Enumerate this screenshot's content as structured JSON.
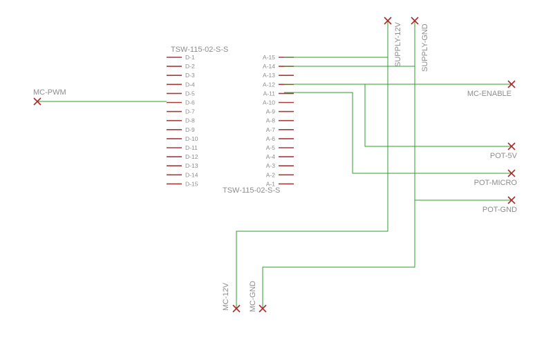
{
  "connector_left": {
    "name_top": "TSW-115-02-S-S",
    "pins": [
      "D-1",
      "D-2",
      "D-3",
      "D-4",
      "D-5",
      "D-6",
      "D-7",
      "D-8",
      "D-9",
      "D-10",
      "D-11",
      "D-12",
      "D-13",
      "D-14",
      "D-15"
    ]
  },
  "connector_right": {
    "name_bottom": "TSW-115-02-S-S",
    "pins": [
      "A-15",
      "A-14",
      "A-13",
      "A-12",
      "A-11",
      "A-10",
      "A-9",
      "A-8",
      "A-7",
      "A-6",
      "A-5",
      "A-4",
      "A-3",
      "A-2",
      "A-1"
    ]
  },
  "nets": {
    "mc_pwm": "MC-PWM",
    "supply_12v": "SUPPLY-12V",
    "supply_gnd": "SUPPLY-GND",
    "mc_enable": "MC-ENABLE",
    "pot_5v": "POT-5V",
    "pot_micro": "POT-MICRO",
    "pot_gnd": "POT-GND",
    "mc_12v": "MC-12V",
    "mc_gnd": "MC-GND"
  },
  "colors": {
    "wire": "#2e9e2e",
    "pin": "#a33a3a",
    "marker": "#b02828",
    "text": "#8c8c8c",
    "background": "#ffffff"
  }
}
